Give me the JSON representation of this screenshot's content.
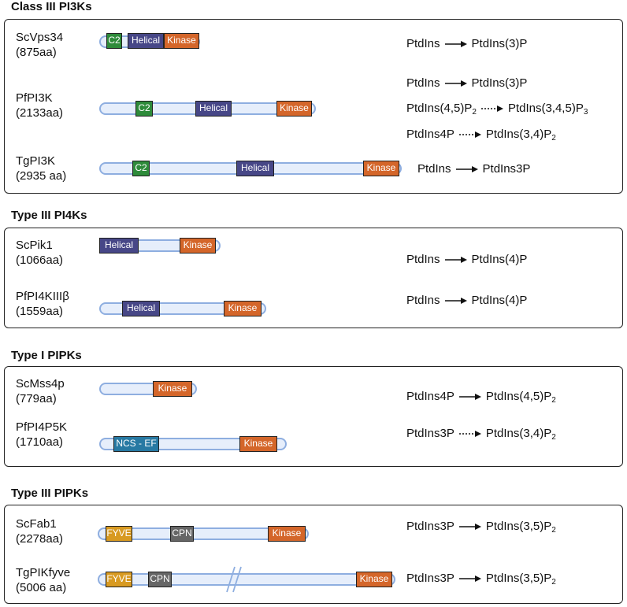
{
  "sections": [
    {
      "title": "Class III PI3Ks"
    },
    {
      "title": "Type III PI4Ks"
    },
    {
      "title": "Type I PIPKs"
    },
    {
      "title": "Type III PIPKs"
    }
  ],
  "proteins": [
    {
      "name": "ScVps34",
      "length": "(875aa)"
    },
    {
      "name": "PfPI3K",
      "length": "(2133aa)"
    },
    {
      "name": "TgPI3K",
      "length": "(2935 aa)"
    },
    {
      "name": "ScPik1",
      "length": "(1066aa)"
    },
    {
      "name": "PfPI4KIIIβ",
      "length": "(1559aa)"
    },
    {
      "name": "ScMss4p",
      "length": "(779aa)"
    },
    {
      "name": "PfPI4P5K",
      "length": "(1710aa)"
    },
    {
      "name": "ScFab1",
      "length": "(2278aa)"
    },
    {
      "name": "TgPIKfyve",
      "length": "(5006 aa)"
    }
  ],
  "domains": {
    "c2": "C2",
    "helical": "Helical",
    "kinase": "Kinase",
    "ncs_ef": "NCS - EF",
    "fyve": "FYVE",
    "cpn": "CPN"
  },
  "reactions": [
    {
      "substrate": "PtdIns",
      "product": "PtdIns(3)P",
      "arrow": "solid"
    },
    {
      "substrate": "PtdIns",
      "product": "PtdIns(3)P",
      "arrow": "solid"
    },
    {
      "substrate": "PtdIns(4,5)P2",
      "product": "PtdIns(3,4,5)P3",
      "arrow": "dotted"
    },
    {
      "substrate": "PtdIns4P",
      "product": "PtdIns(3,4)P2",
      "arrow": "dotted"
    },
    {
      "substrate": "PtdIns",
      "product": "PtdIns3P",
      "arrow": "solid"
    },
    {
      "substrate": "PtdIns",
      "product": "PtdIns(4)P",
      "arrow": "solid"
    },
    {
      "substrate": "PtdIns",
      "product": "PtdIns(4)P",
      "arrow": "solid"
    },
    {
      "substrate": "PtdIns4P",
      "product": "PtdIns(4,5)P2",
      "arrow": "solid"
    },
    {
      "substrate": "PtdIns3P",
      "product": "PtdIns(3,4)P2",
      "arrow": "dotted"
    },
    {
      "substrate": "PtdIns3P",
      "product": "PtdIns(3,5)P2",
      "arrow": "solid"
    },
    {
      "substrate": "PtdIns3P",
      "product": "PtdIns(3,5)P2",
      "arrow": "solid"
    }
  ],
  "colors": {
    "c2": "#2e8b3a",
    "helical": "#474787",
    "kinase": "#d4662a",
    "ncs_ef": "#2779a3",
    "fyve": "#d89a21",
    "cpn": "#666666",
    "bar_fill": "#e6eefb",
    "bar_border": "#8eaee0"
  }
}
